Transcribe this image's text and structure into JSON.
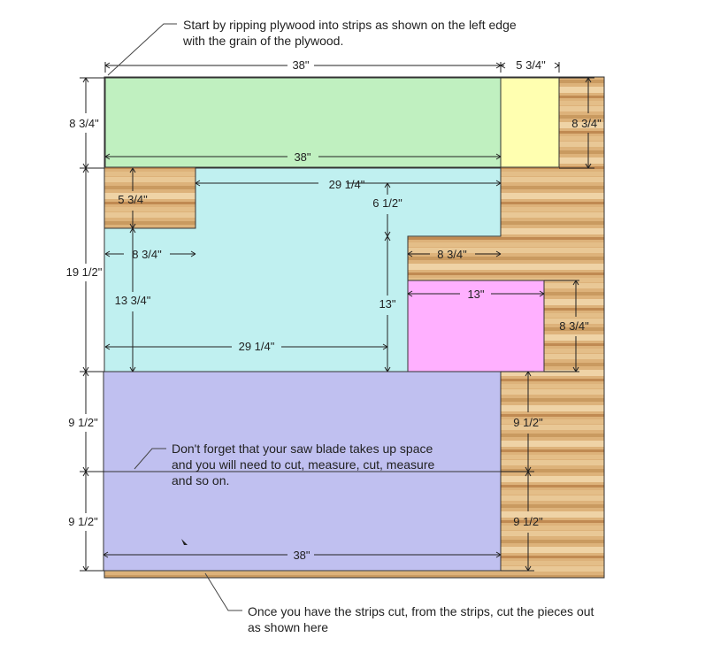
{
  "notes": {
    "top": "Start by ripping plywood into strips as shown on the left edge\nwith the grain of the plywood.",
    "middle": "Don't forget that your saw blade takes up space\nand you will need to cut, measure, cut, measure\nand so on.",
    "bottom": "Once you have the strips cut, from the strips, cut the pieces out\nas shown here"
  },
  "colors": {
    "wood_light": "#e8c898",
    "wood_dark": "#c89860",
    "green": "#c0f0c0",
    "yellow": "#ffffb0",
    "cyan": "#c0f0f0",
    "pink": "#ffb0ff",
    "lavender": "#c0c0f0"
  },
  "dimensions": {
    "top_width": "38\"",
    "top_right_width": "5 3/4\"",
    "strip1_left": "8 3/4\"",
    "strip1_right": "8 3/4\"",
    "green_bottom": "38\"",
    "strip2_left": "19 1/2\"",
    "small_piece_height": "5 3/4\"",
    "cyan_top_width": "29 1/4\"",
    "cyan_notch": "6 1/2\"",
    "cyan_inner_width": "8 3/4\"",
    "cyan_left_height": "13 3/4\"",
    "cyan_right_height": "13\"",
    "notch_width": "8 3/4\"",
    "pink_width": "13\"",
    "pink_height": "8 3/4\"",
    "cyan_bottom_width": "29 1/4\"",
    "strip3_left": "9 1/2\"",
    "strip3_right": "9 1/2\"",
    "strip4_left": "9 1/2\"",
    "strip4_right": "9 1/2\"",
    "bottom_width": "38\""
  }
}
